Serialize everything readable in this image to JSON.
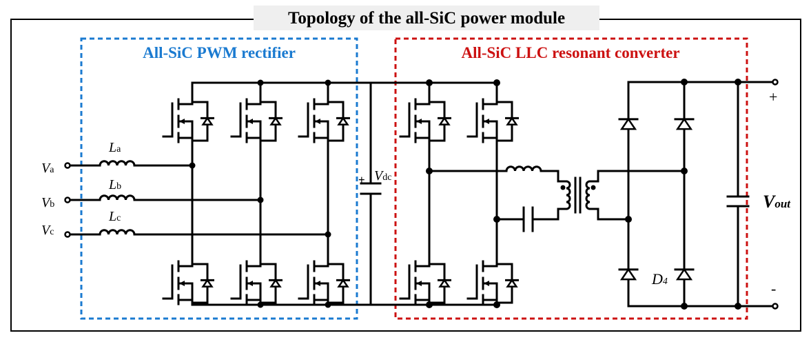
{
  "title": "Topology of the all-SiC power module",
  "sections": {
    "rectifier": {
      "label": "All-SiC PWM rectifier",
      "color": "#1a7ad0"
    },
    "llc": {
      "label": "All-SiC LLC resonant converter",
      "color": "#cc1111"
    }
  },
  "labels": {
    "va": {
      "main": "V",
      "sub": "a"
    },
    "vb": {
      "main": "V",
      "sub": "b"
    },
    "vc": {
      "main": "V",
      "sub": "c"
    },
    "la": {
      "main": "L",
      "sub": "a"
    },
    "lb": {
      "main": "L",
      "sub": "b"
    },
    "lc": {
      "main": "L",
      "sub": "c"
    },
    "vdc": {
      "main": "V",
      "sub": "dc"
    },
    "vdc_plus": "+",
    "d4": {
      "main": "D",
      "sub": "4"
    },
    "vout": {
      "main": "V",
      "sub": "out"
    },
    "out_plus": "+",
    "out_minus": "-"
  }
}
